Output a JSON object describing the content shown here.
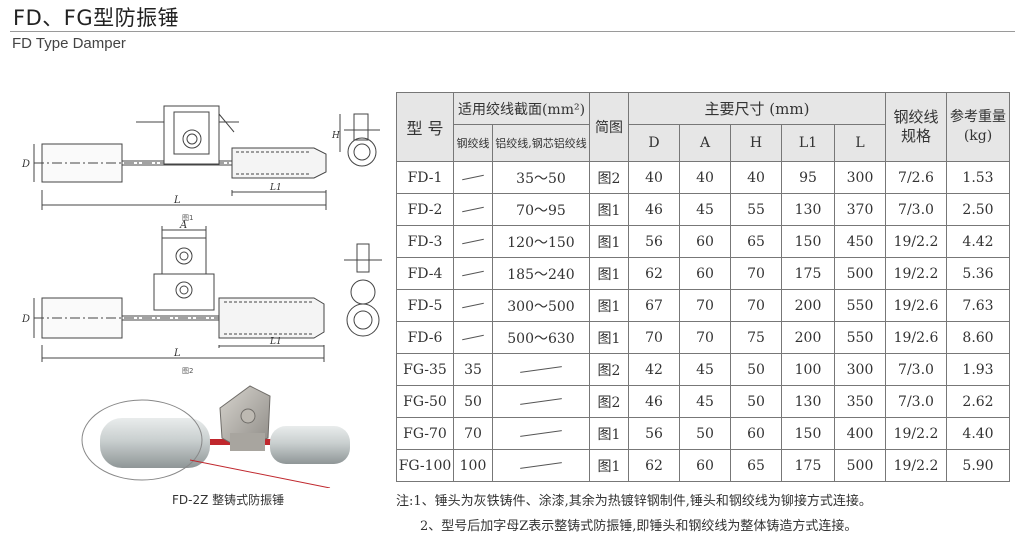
{
  "header": {
    "title": "FD、FG型防振锤",
    "subtitle": "FD Type Damper"
  },
  "figures": {
    "fig1_caption": "图1",
    "fig2_caption": "图2",
    "dim_D": "D",
    "dim_L": "L",
    "dim_L1": "L1",
    "dim_A": "A",
    "dim_H": "H",
    "photo_caption": "FD-2Z 整铸式防振锤"
  },
  "table": {
    "head": {
      "model": "型 号",
      "section": "适用绞线截面(mm²)",
      "steel": "钢绞线",
      "alu": "铝绞线,钢芯铝绞线",
      "diagram": "简图",
      "dims": "主要尺寸 (mm)",
      "D": "D",
      "A": "A",
      "H": "H",
      "L1": "L1",
      "L": "L",
      "spec_line1": "钢绞线",
      "spec_line2": "规格",
      "weight_line1": "参考重量",
      "weight_line2": "(kg)"
    },
    "rows": [
      {
        "model": "FD-1",
        "steel": "",
        "alu": "35～50",
        "diagram": "图2",
        "D": "40",
        "A": "40",
        "H": "40",
        "L1": "95",
        "L": "300",
        "spec": "7/2.6",
        "weight": "1.53"
      },
      {
        "model": "FD-2",
        "steel": "",
        "alu": "70～95",
        "diagram": "图1",
        "D": "46",
        "A": "45",
        "H": "55",
        "L1": "130",
        "L": "370",
        "spec": "7/3.0",
        "weight": "2.50"
      },
      {
        "model": "FD-3",
        "steel": "",
        "alu": "120～150",
        "diagram": "图1",
        "D": "56",
        "A": "60",
        "H": "65",
        "L1": "150",
        "L": "450",
        "spec": "19/2.2",
        "weight": "4.42"
      },
      {
        "model": "FD-4",
        "steel": "",
        "alu": "185～240",
        "diagram": "图1",
        "D": "62",
        "A": "60",
        "H": "70",
        "L1": "175",
        "L": "500",
        "spec": "19/2.2",
        "weight": "5.36"
      },
      {
        "model": "FD-5",
        "steel": "",
        "alu": "300～500",
        "diagram": "图1",
        "D": "67",
        "A": "70",
        "H": "70",
        "L1": "200",
        "L": "550",
        "spec": "19/2.6",
        "weight": "7.63"
      },
      {
        "model": "FD-6",
        "steel": "",
        "alu": "500～630",
        "diagram": "图1",
        "D": "70",
        "A": "70",
        "H": "75",
        "L1": "200",
        "L": "550",
        "spec": "19/2.6",
        "weight": "8.60"
      },
      {
        "model": "FG-35",
        "steel": "35",
        "alu": "",
        "diagram": "图2",
        "D": "42",
        "A": "45",
        "H": "50",
        "L1": "100",
        "L": "300",
        "spec": "7/3.0",
        "weight": "1.93"
      },
      {
        "model": "FG-50",
        "steel": "50",
        "alu": "",
        "diagram": "图2",
        "D": "46",
        "A": "45",
        "H": "50",
        "L1": "130",
        "L": "350",
        "spec": "7/3.0",
        "weight": "2.62"
      },
      {
        "model": "FG-70",
        "steel": "70",
        "alu": "",
        "diagram": "图1",
        "D": "56",
        "A": "50",
        "H": "60",
        "L1": "150",
        "L": "400",
        "spec": "19/2.2",
        "weight": "4.40"
      },
      {
        "model": "FG-100",
        "steel": "100",
        "alu": "",
        "diagram": "图1",
        "D": "62",
        "A": "60",
        "H": "65",
        "L1": "175",
        "L": "500",
        "spec": "19/2.2",
        "weight": "5.90"
      }
    ]
  },
  "notes": {
    "line1": "注:1、锤头为灰铁铸件、涂漆,其余为热镀锌钢制件,锤头和钢绞线为铆接方式连接。",
    "line2": "2、型号后加字母Z表示整铸式防振锤,即锤头和钢绞线为整体铸造方式连接。"
  },
  "colors": {
    "header_fill": "#e6e6e6",
    "border": "#777777",
    "wire_red": "#c0272d"
  }
}
